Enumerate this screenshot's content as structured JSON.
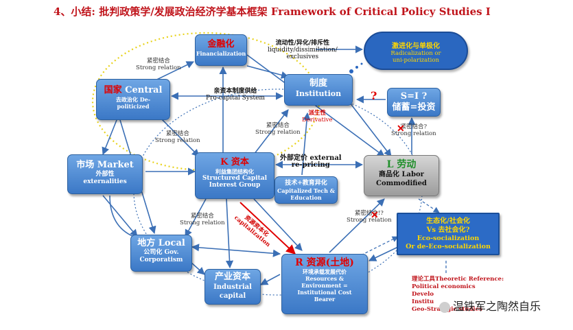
{
  "title": "4、小结: 批判政策学/发展政治经济学基本框架 Framework of Critical Policy Studies I",
  "nodes": {
    "finance": {
      "zh": "金融化",
      "en": "Financialization"
    },
    "central": {
      "zh_red": "国家",
      "en": "Central",
      "sub1": "去政治化 De-",
      "sub2": "politicized"
    },
    "institution": {
      "zh": "制度",
      "en": "Institution"
    },
    "market": {
      "line1": "市场 Market",
      "line2": "外部性",
      "line3": "externalities"
    },
    "capital": {
      "zh_red": "K 资本",
      "sub1": "利益集团结构化",
      "sub2": "Structured Capital",
      "sub3": "Interest Group"
    },
    "tech": {
      "line1": "技术+教育异化",
      "line2": "Capitalized Tech &",
      "line3": "Education"
    },
    "labor": {
      "zh": "L 劳动",
      "sub1": "商品化 Labor",
      "sub2": "Commodified"
    },
    "savings": {
      "line1": "S=I ?",
      "line2": "储蓄=投资"
    },
    "local": {
      "line1": "地方 Local",
      "line2": "公司化 Gov.",
      "line3": "Corporatism"
    },
    "industrial": {
      "line1": "产业资本",
      "line2": "Industrial",
      "line3": "capital"
    },
    "resource": {
      "zh": "R 资源(土地)",
      "sub1": "环境承载发展代价",
      "sub2": "Resources &",
      "sub3": "Environment =",
      "sub4": "Institutional  Cost",
      "sub5": "Bearer"
    },
    "eco": {
      "line1": "生态化/社会化",
      "line2": "Vs 去社会化?",
      "line3": "Eco-socialization",
      "line4": "Or de-Eco-socialization"
    },
    "cloud": {
      "line1": "激进化与单极化",
      "line2": "Radicalization or",
      "line3": "uni-polarization"
    }
  },
  "labels": {
    "liquidity_zh": "流动性/异化/排斥性",
    "liquidity_en1": "liquidity/dissimilation/",
    "liquidity_en2": "exclusives",
    "strong1_zh": "紧密结合",
    "strong1_en": "Strong relation",
    "procap_zh": "亲资本制度供给",
    "procap_en": "Pro-capital System",
    "deriv_zh": "派生性",
    "deriv_en": "Derivative",
    "strong2_zh": "紧密结合",
    "strong2_en": "Strong relation",
    "strong3_zh": "紧密结合",
    "strong3_en": "Strong relation",
    "external_zh": "外部定价 external",
    "external_en": "re-pricing",
    "strong4_zh": "紧密结合?",
    "strong4_en": "Strong relation",
    "strong5_zh": "紧密结合",
    "strong5_en": "Strong relation",
    "strong6_zh": "紧密结合!?",
    "strong6_en": "Strong relation",
    "capz_zh": "资源资本化",
    "capz_en": "capitalization",
    "question": "?"
  },
  "reference": {
    "heading": "理论工具Theoretic Reference:",
    "items": [
      "Political economics",
      "Develo",
      "Institu",
      "Geo-Strategic studies"
    ]
  },
  "watermark": "温铁军之陶然自乐",
  "colors": {
    "title": "#c0141b",
    "box": "#3b78c6",
    "labor": "#9c9c9c",
    "arrow": "#3b6fb5",
    "ellipse": "#e8d21a",
    "red": "#e00000"
  }
}
